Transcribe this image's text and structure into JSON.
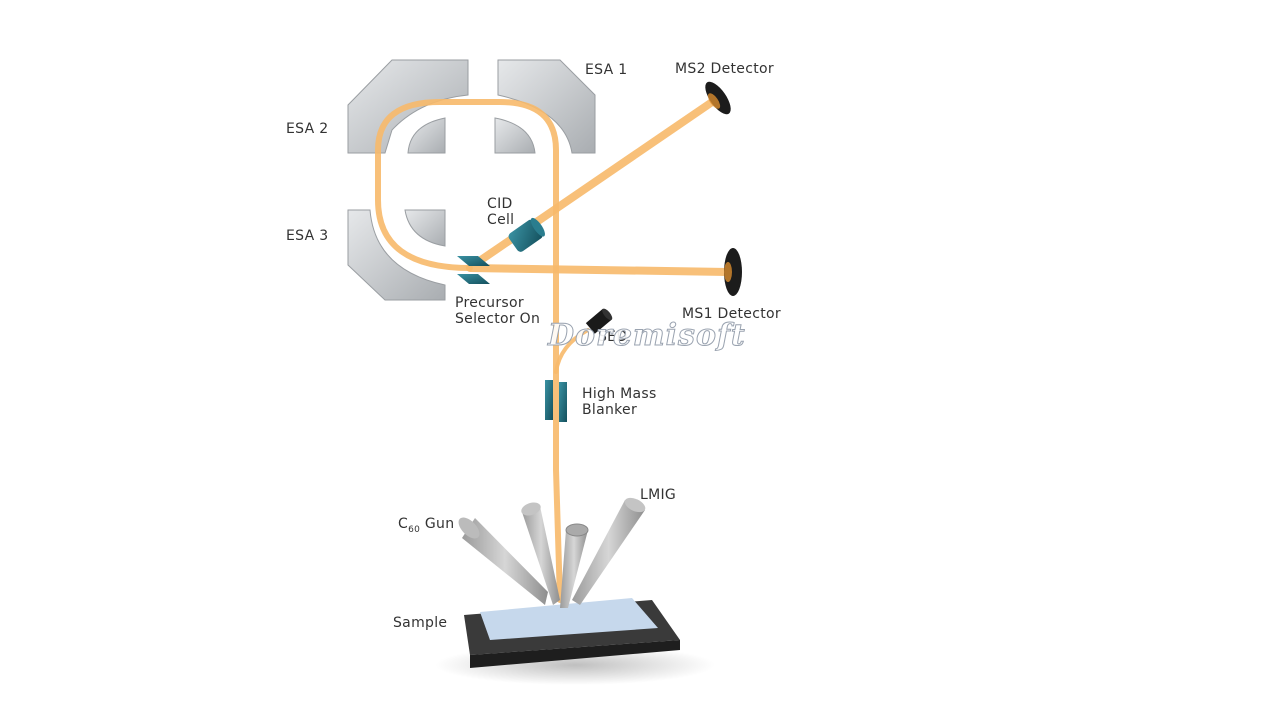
{
  "diagram": {
    "title": "ToF-SIMS Tandem MS schematic",
    "colors": {
      "beam": "#f7b96a",
      "analyzer_metal": "#c9ccd0",
      "teal_component": "#1f6f80",
      "detector": "#1a1a1a",
      "sample_top": "#c6d8ec",
      "sample_base": "#3a3a3a"
    },
    "labels": {
      "esa1": "ESA 1",
      "esa2": "ESA 2",
      "esa3": "ESA 3",
      "ms2_detector": "MS2 Detector",
      "ms1_detector": "MS1 Detector",
      "cid_line1": "CID",
      "cid_line2": "Cell",
      "precursor_line1": "Precursor",
      "precursor_line2": "Selector On",
      "sed": "SED",
      "hmb_line1": "High Mass",
      "hmb_line2": "Blanker",
      "lmig": "LMIG",
      "c60_prefix": "C",
      "c60_sub": "60",
      "c60_suffix": " Gun",
      "sample": "Sample"
    },
    "watermark": "Doremisoft"
  }
}
